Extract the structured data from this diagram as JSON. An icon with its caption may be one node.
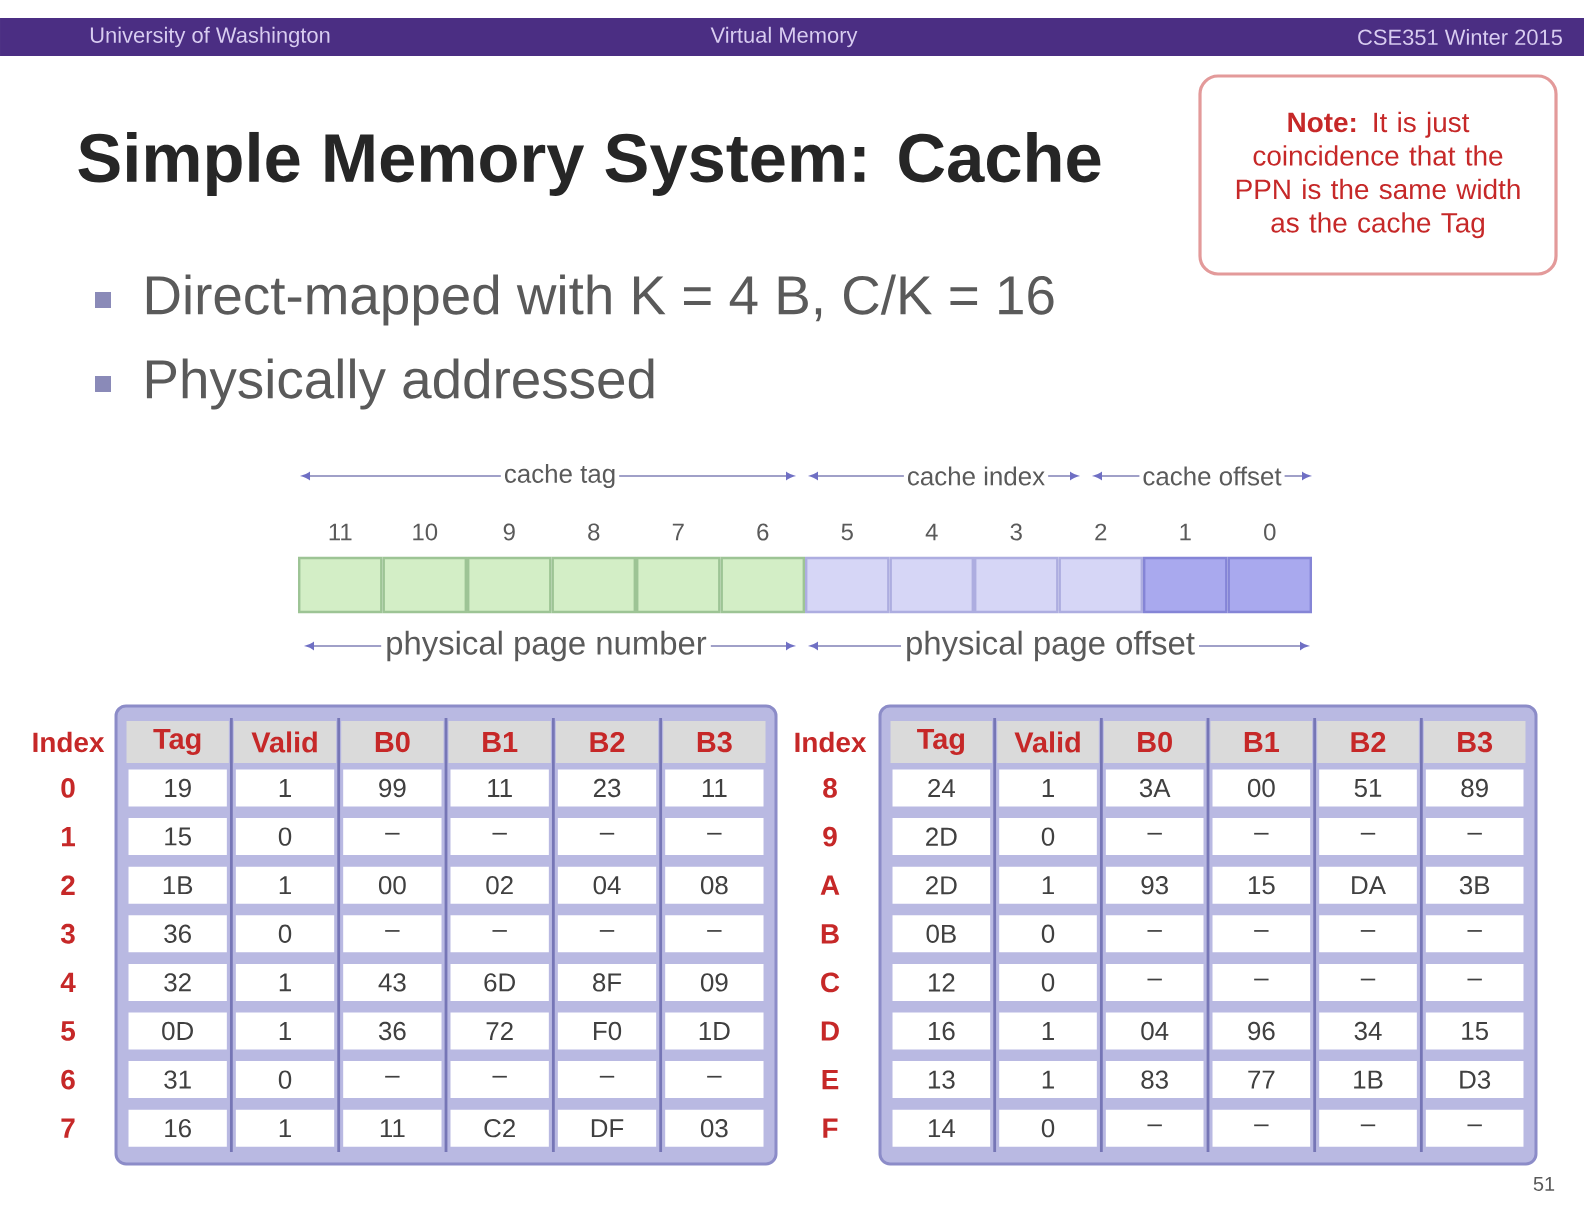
{
  "diagram": {
    "title": "Simple Memory System:  Cache",
    "nodes": [
      {
        "text": [
          "**Note:** It is just coincidence that the PPN is the same width as the cache Tag"
        ]
      }
    ],
    "labels": [
      "University of Washington",
      "Virtual Memory",
      "CSE351 Winter 2015",
      "Direct-mapped with K = 4 B, C/K = 16",
      "Physically addressed",
      "cache tag",
      "cache index",
      "cache offset",
      "11",
      "10",
      "9",
      "8",
      "7",
      "6",
      "5",
      "4",
      "3",
      "2",
      "1",
      "0",
      "physical page number",
      "physical page offset",
      "Index",
      "Tag",
      "Valid",
      "B0",
      "B1",
      "B2",
      "B3",
      "0",
      "19",
      "1",
      "99",
      "11",
      "23",
      "11",
      "1",
      "15",
      "0",
      "–",
      "–",
      "–",
      "–",
      "2",
      "1B",
      "1",
      "00",
      "02",
      "04",
      "08",
      "3",
      "36",
      "0",
      "–",
      "–",
      "–",
      "–",
      "4",
      "32",
      "1",
      "43",
      "6D",
      "8F",
      "09",
      "5",
      "0D",
      "1",
      "36",
      "72",
      "F0",
      "1D",
      "6",
      "31",
      "0",
      "–",
      "–",
      "–",
      "–",
      "7",
      "16",
      "1",
      "11",
      "C2",
      "DF",
      "03",
      "Index",
      "Tag",
      "Valid",
      "B0",
      "B1",
      "B2",
      "B3",
      "8",
      "24",
      "1",
      "3A",
      "00",
      "51",
      "89",
      "9",
      "2D",
      "0",
      "–",
      "–",
      "–",
      "–",
      "A",
      "2D",
      "1",
      "93",
      "15",
      "DA",
      "3B",
      "B",
      "0B",
      "0",
      "–",
      "–",
      "–",
      "–",
      "C",
      "12",
      "0",
      "–",
      "–",
      "–",
      "–",
      "D",
      "16",
      "1",
      "04",
      "96",
      "34",
      "15",
      "E",
      "13",
      "1",
      "83",
      "77",
      "1B",
      "D3",
      "F",
      "14",
      "0",
      "–",
      "–",
      "–",
      "–",
      "51"
    ]
  }
}
